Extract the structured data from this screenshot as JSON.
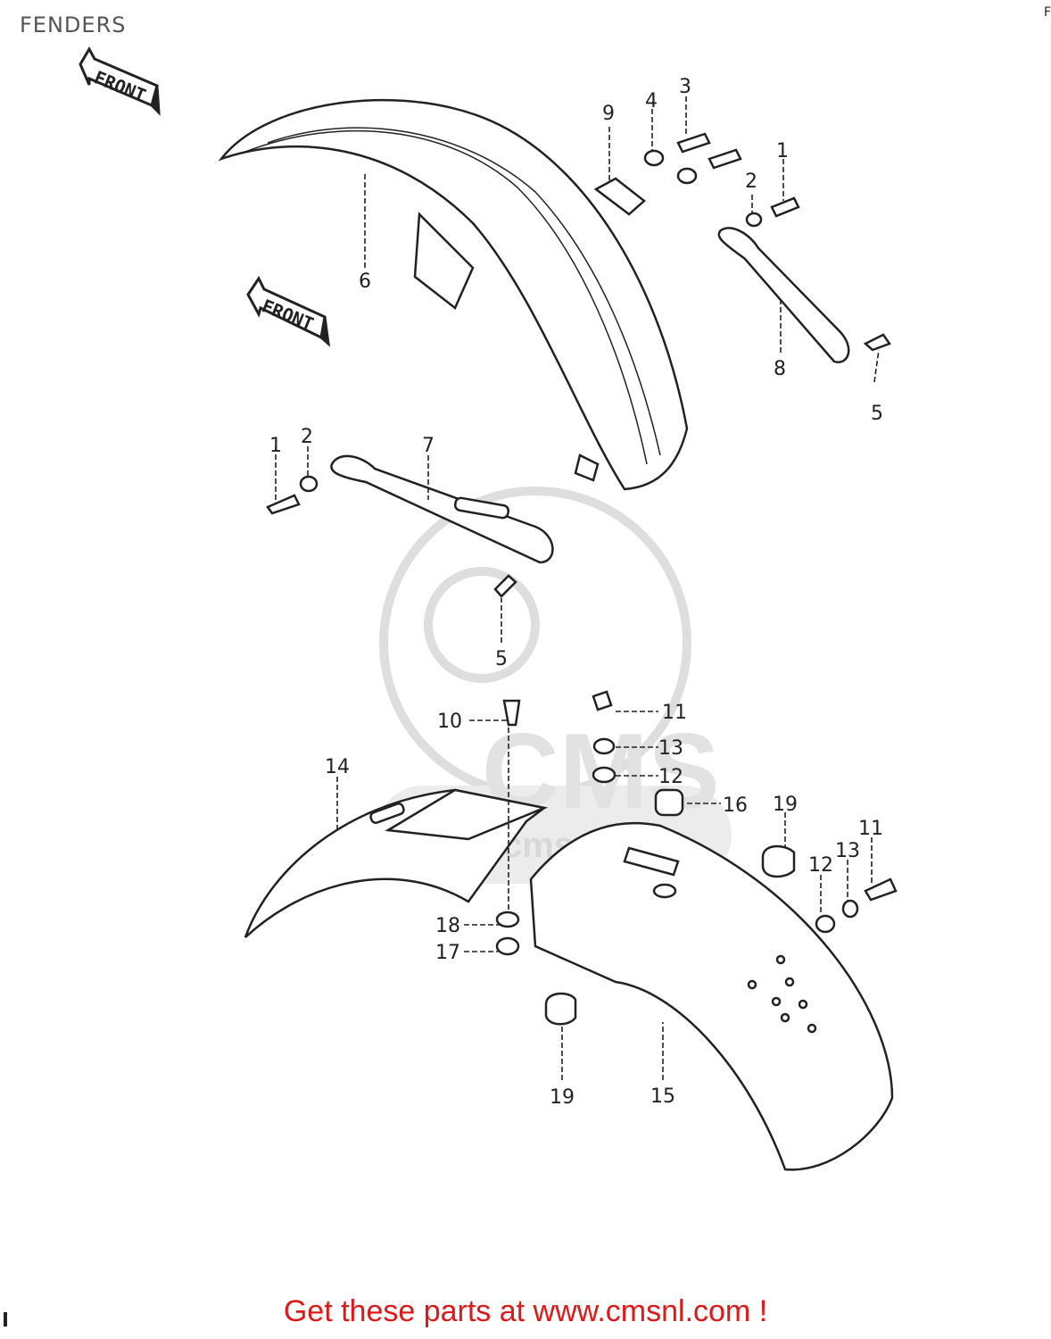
{
  "page_title": "FENDERS",
  "corner_letter": "F",
  "footer_text": "Get these parts at www.cmsnl.com !",
  "watermark": {
    "text": "CMS",
    "url": "www.cmsnl.com"
  },
  "front_labels": [
    "FRONT",
    "FRONT"
  ],
  "callouts": [
    "1",
    "2",
    "3",
    "4",
    "5",
    "6",
    "7",
    "8",
    "9",
    "10",
    "11",
    "12",
    "13",
    "14",
    "15",
    "16",
    "17",
    "18",
    "19"
  ],
  "colors": {
    "footer": "#e01818",
    "line": "#222222",
    "watermark": "#dcdcdc"
  }
}
